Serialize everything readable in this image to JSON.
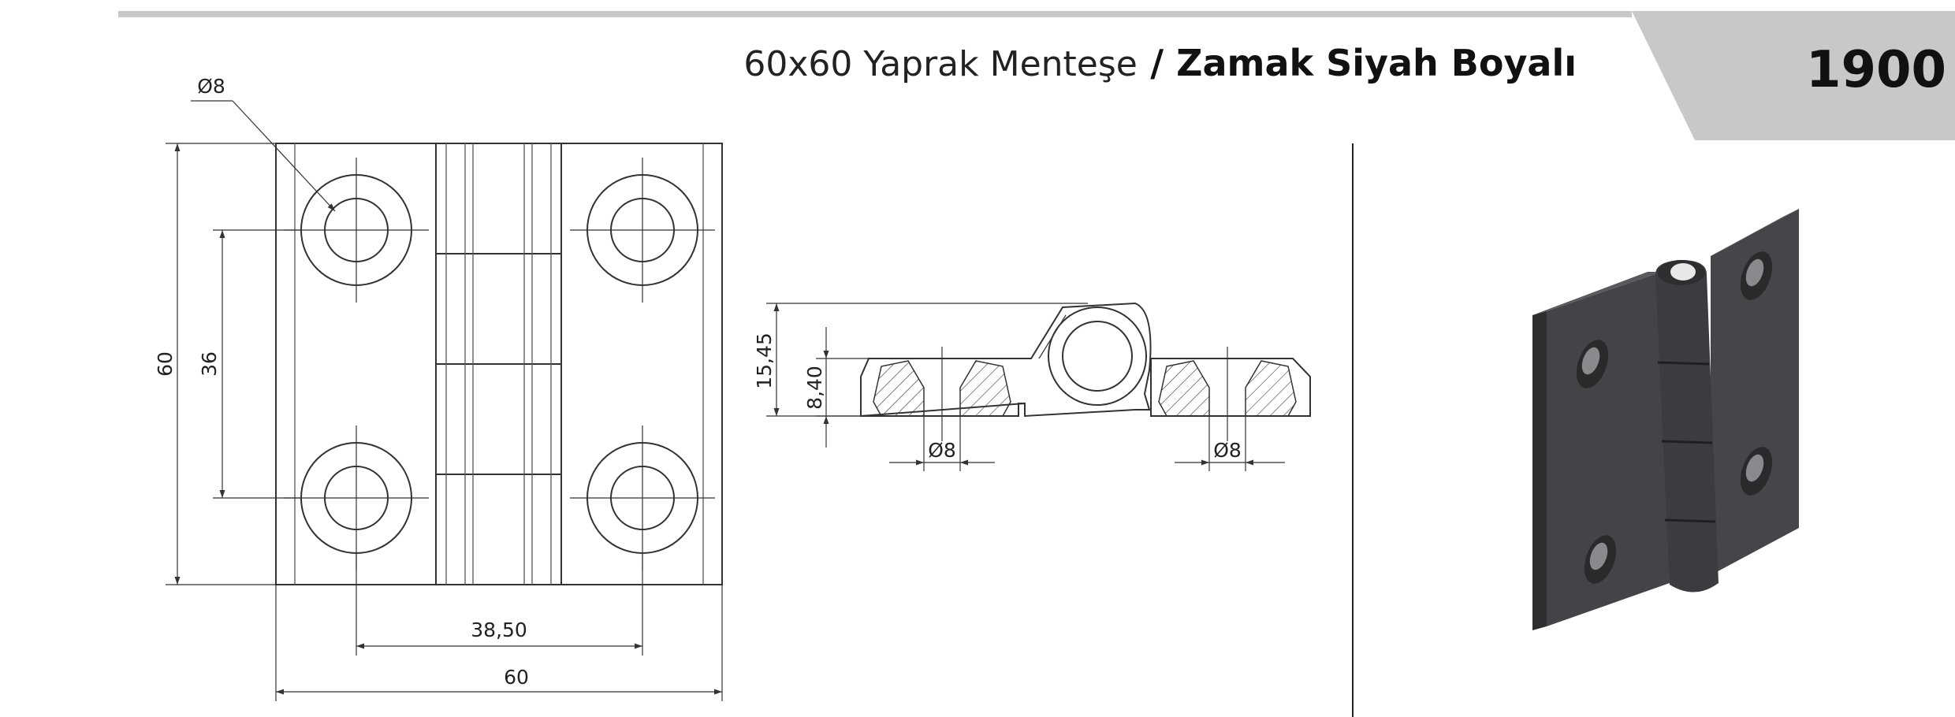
{
  "header": {
    "title_light": "60x60 Yaprak Menteşe",
    "title_bold": "/ Zamak Siyah Boyalı",
    "product_code": "1900"
  },
  "front_view": {
    "hole_diameter": "Ø8",
    "height_overall": "60",
    "hole_spacing_vertical": "36",
    "hole_spacing_horizontal": "38,50",
    "width_overall": "60"
  },
  "side_view": {
    "thickness_overall": "15,45",
    "leaf_thickness": "8,40",
    "hole_diameter_left": "Ø8",
    "hole_diameter_right": "Ø8"
  },
  "colors": {
    "header_bar": "#c8c8c8",
    "badge": "#c8c8c8",
    "hinge_body": "#444448"
  }
}
